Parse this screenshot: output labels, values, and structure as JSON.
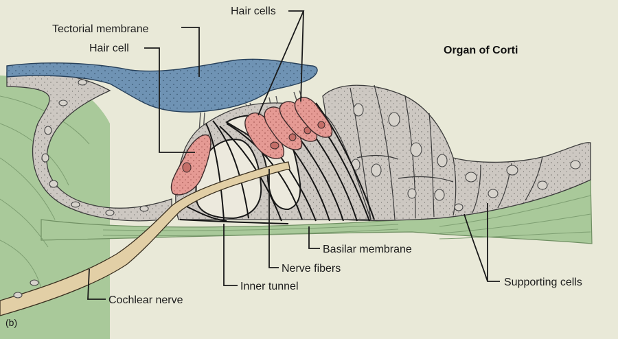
{
  "title": "Organ of Corti",
  "panel_letter": "(b)",
  "labels": {
    "hair_cells": "Hair cells",
    "tectorial_membrane": "Tectorial membrane",
    "hair_cell": "Hair cell",
    "basilar_membrane": "Basilar membrane",
    "nerve_fibers": "Nerve fibers",
    "inner_tunnel": "Inner tunnel",
    "cochlear_nerve": "Cochlear nerve",
    "supporting_cells": "Supporting cells"
  },
  "colors": {
    "background": "#e9e9d8",
    "tectorial_membrane": "#6f93b4",
    "hair_cell": "#e59a94",
    "supporting_cell": "#cdc8c2",
    "basilar_green": "#a9c99a",
    "nerve": "#e2cfa6"
  }
}
